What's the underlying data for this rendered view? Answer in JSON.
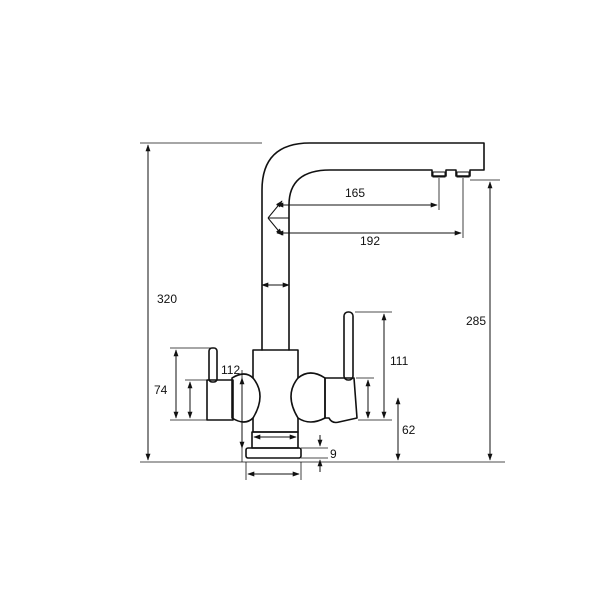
{
  "dimensions": {
    "total_height": "320",
    "spout_height": "285",
    "spout_reach_inner": "165",
    "spout_reach_outer": "192",
    "right_handle_height": "111",
    "left_handle_height": "74",
    "left_handle_offset": "112",
    "lower_height": "62",
    "base_thickness": "9"
  },
  "colors": {
    "line": "#111111",
    "background": "#ffffff"
  }
}
